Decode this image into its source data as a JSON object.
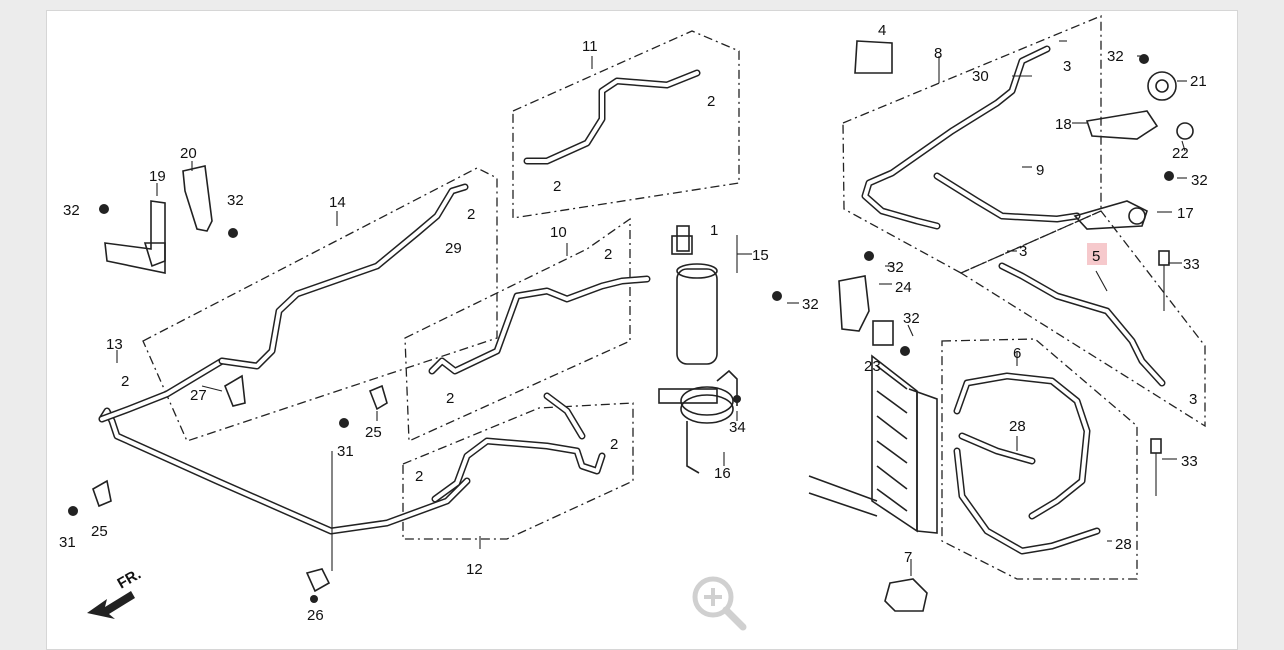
{
  "diagram": {
    "labels": [
      "1",
      "2",
      "2",
      "2",
      "2",
      "2",
      "2",
      "2",
      "2",
      "2",
      "3",
      "3",
      "3",
      "4",
      "5",
      "6",
      "7",
      "8",
      "9",
      "10",
      "11",
      "12",
      "13",
      "14",
      "15",
      "16",
      "17",
      "18",
      "19",
      "20",
      "21",
      "22",
      "23",
      "24",
      "25",
      "25",
      "26",
      "27",
      "28",
      "28",
      "29",
      "30",
      "31",
      "31",
      "32",
      "32",
      "32",
      "32",
      "32",
      "32",
      "32",
      "33",
      "33",
      "34"
    ],
    "direction_arrow_text": "FR.",
    "highlighted_label": "5",
    "highlight_color": "#f6c9cc"
  },
  "viewer": {
    "zoom_icon": "zoom-in-icon"
  }
}
